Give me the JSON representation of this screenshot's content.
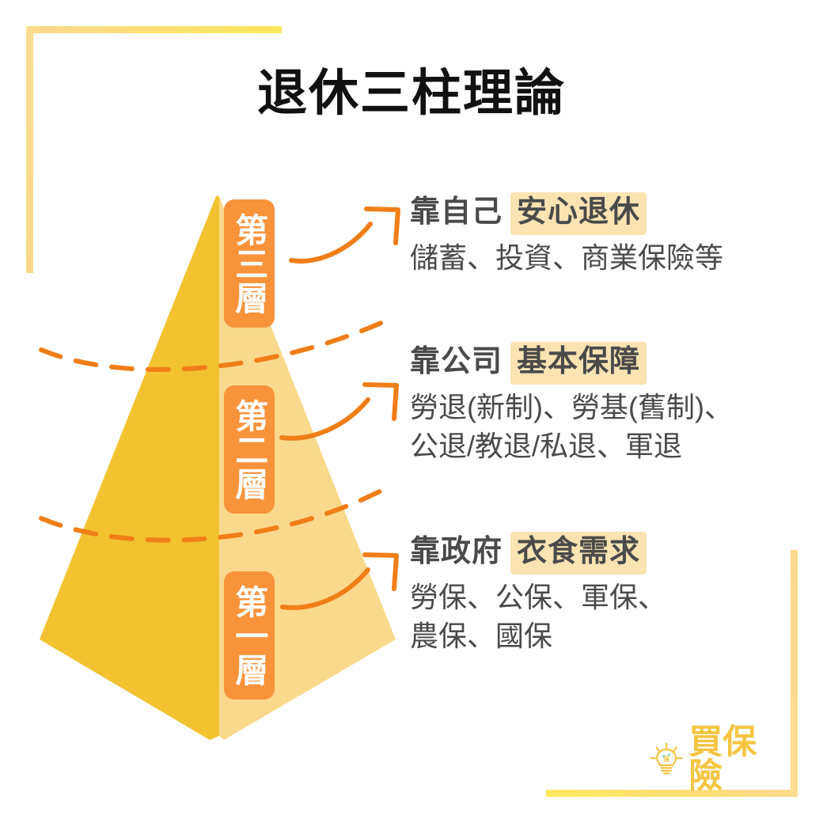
{
  "page": {
    "title": "退休三柱理論",
    "background_color": "#FFFFFF"
  },
  "colors": {
    "title_text": "#111111",
    "body_text": "#4A4A4A",
    "badge_orange": "#F8933A",
    "arrow_orange": "#F07E17",
    "dashed_orange": "#F07E17",
    "pyramid_left": "#F2C230",
    "pyramid_right": "#FBD98C",
    "tag_highlight": "#FBE3B2",
    "frame_yellow_light": "#FCDE94",
    "frame_yellow_bright": "#FCE75C",
    "logo_gold": "#F5C542",
    "logo_blue": "#7FD4E8"
  },
  "pyramid": {
    "tiers": [
      {
        "id": "tier-3",
        "badge": "第三層"
      },
      {
        "id": "tier-2",
        "badge": "第二層"
      },
      {
        "id": "tier-1",
        "badge": "第一層"
      }
    ]
  },
  "tiers": [
    {
      "id": "tier-3",
      "badge": "第三層",
      "who": "靠自己",
      "tag": "安心退休",
      "description_lines": [
        "儲蓄、投資、商業保險等"
      ]
    },
    {
      "id": "tier-2",
      "badge": "第二層",
      "who": "靠公司",
      "tag": "基本保障",
      "description_lines": [
        "勞退(新制)、勞基(舊制)、",
        "公退/教退/私退、軍退"
      ]
    },
    {
      "id": "tier-1",
      "badge": "第一層",
      "who": "靠政府",
      "tag": "衣食需求",
      "description_lines": [
        "勞保、公保、軍保、",
        "農保、國保"
      ]
    }
  ],
  "logo": {
    "text": "買保險",
    "icon": "lightbulb-icon"
  }
}
